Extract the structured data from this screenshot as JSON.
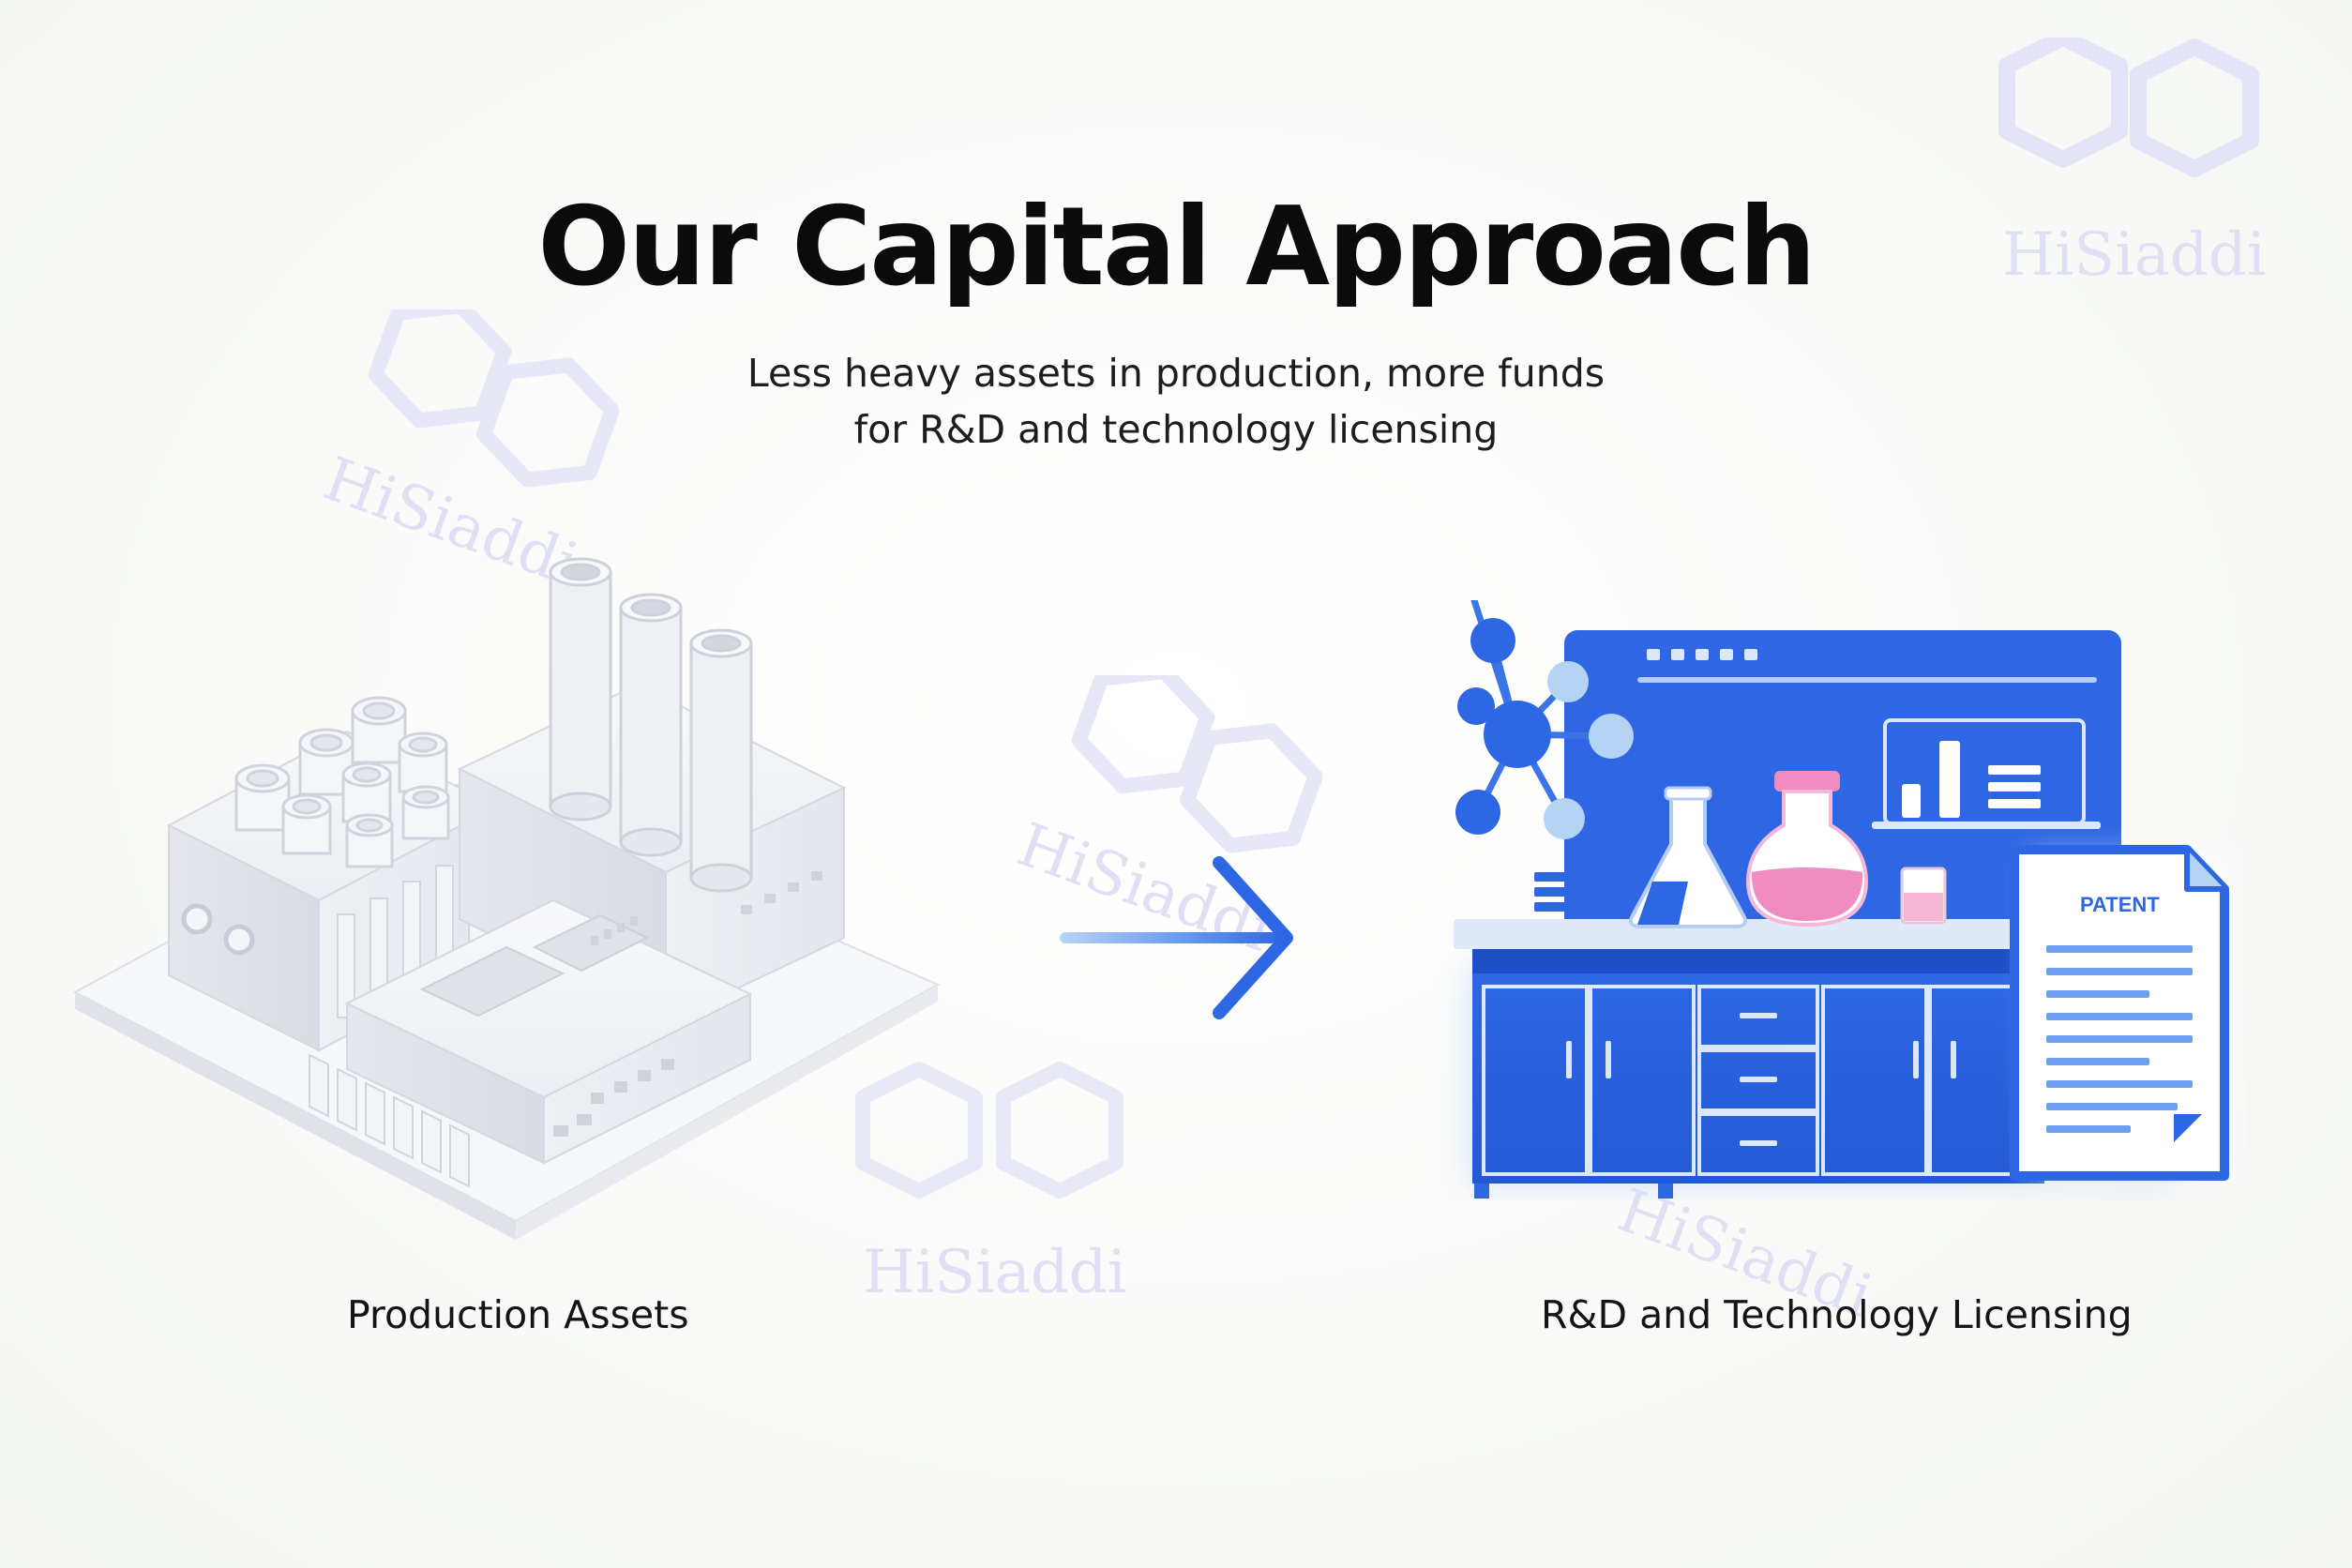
{
  "title": "Our Capital Approach",
  "subtitle": {
    "line1": "Less heavy assets in production, more funds",
    "line2": "for R&D and technology licensing"
  },
  "left_label": "Production Assets",
  "right_label": "R&D and Technology Licensing",
  "patent_doc_title": "PATENT",
  "watermark_text": "HiSiaddi",
  "colors": {
    "accent_blue": "#2d67e4",
    "light_blue": "#b5d3f3",
    "factory_gray": "#e6e8ee",
    "flask_pink": "#f08cc0",
    "title_black": "#0b0b0b"
  },
  "icons": [
    "factory-icon",
    "arrow-right-icon",
    "molecule-icon",
    "lab-bench-icon",
    "flask-icon",
    "patent-document-icon"
  ]
}
